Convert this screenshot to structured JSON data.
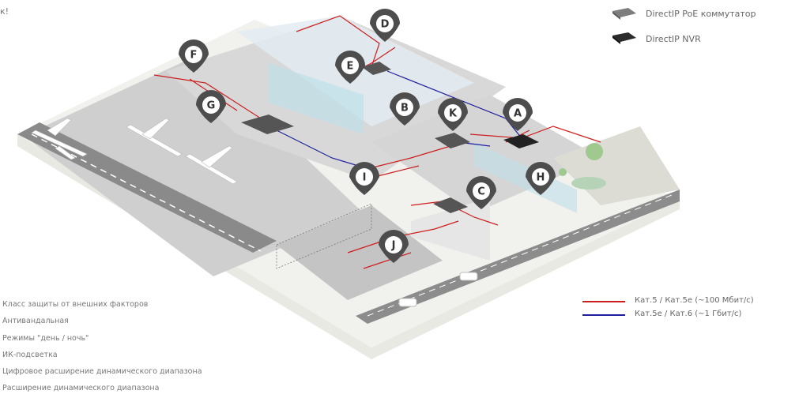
{
  "corner_text": "к!",
  "legend_devices": [
    {
      "label": "DirectIP PoE коммутатор",
      "color": "#7d7d7d"
    },
    {
      "label": "DirectIP NVR",
      "color": "#2b2b2b"
    }
  ],
  "legend_cables": [
    {
      "label": "Кат.5 / Кат.5е (~100 Мбит/с)",
      "color": "#cc1f1f"
    },
    {
      "label": "Кат.5е / Кат.6 (~1 Гбит/с)",
      "color": "#1f1f9e"
    }
  ],
  "features": [
    "Класс защиты от внешних факторов",
    "Антивандальная",
    "Режимы \"день / ночь\"",
    "ИК-подсветка",
    "Цифровое расширение динамического диапазона",
    "Расширение динамического диапазона"
  ],
  "markers": [
    "A",
    "B",
    "C",
    "D",
    "E",
    "F",
    "G",
    "H",
    "I",
    "J",
    "K"
  ]
}
